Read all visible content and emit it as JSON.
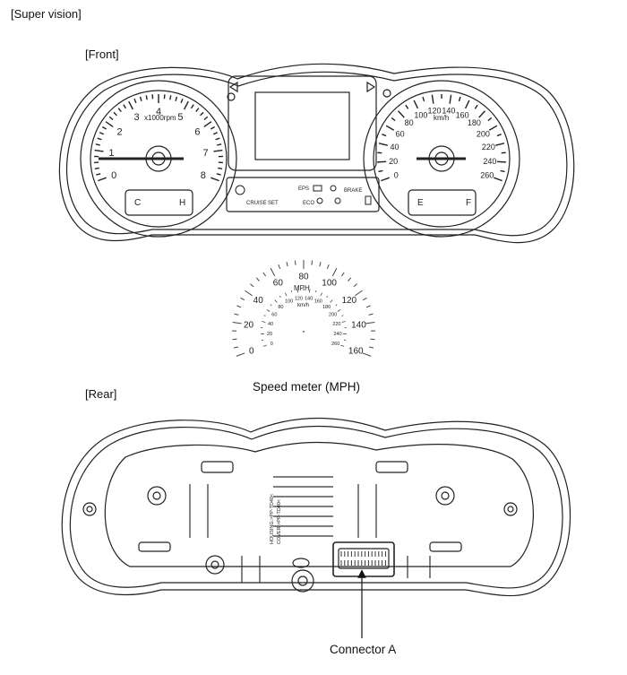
{
  "labels": {
    "heading": "[Super vision]",
    "front": "[Front]",
    "rear": "[Rear]",
    "speedometer_caption": "Speed meter (MPH)",
    "connector": "Connector A"
  },
  "tachometer": {
    "numbers": [
      "0",
      "1",
      "2",
      "3",
      "4",
      "5",
      "6",
      "7",
      "8"
    ],
    "unit": "x1000rpm",
    "temp_cold": "C",
    "temp_hot": "H"
  },
  "speedometer_kmh": {
    "numbers": [
      "0",
      "20",
      "40",
      "60",
      "80",
      "100",
      "120",
      "140",
      "160",
      "180",
      "200",
      "220",
      "240",
      "260"
    ],
    "unit": "km/h",
    "fuel_empty": "E",
    "fuel_full": "F"
  },
  "warning_panel": {
    "row1": [
      "EPS",
      "BRAKE"
    ],
    "row2": [
      "CRUISE",
      "SET",
      "ECO"
    ]
  },
  "speedometer_mph": {
    "outer_numbers": [
      "0",
      "20",
      "40",
      "60",
      "80",
      "100",
      "120",
      "140",
      "160"
    ],
    "outer_unit": "MPH",
    "inner_numbers": [
      "0",
      "20",
      "40",
      "60",
      "80",
      "100",
      "120",
      "140",
      "160",
      "180",
      "200",
      "220",
      "240",
      "260"
    ],
    "inner_unit": "km/h"
  },
  "rear_housing": {
    "stamp_lines": [
      "HOUSING:>PP-TD40<",
      "COVER:>PP-TD40<"
    ]
  }
}
